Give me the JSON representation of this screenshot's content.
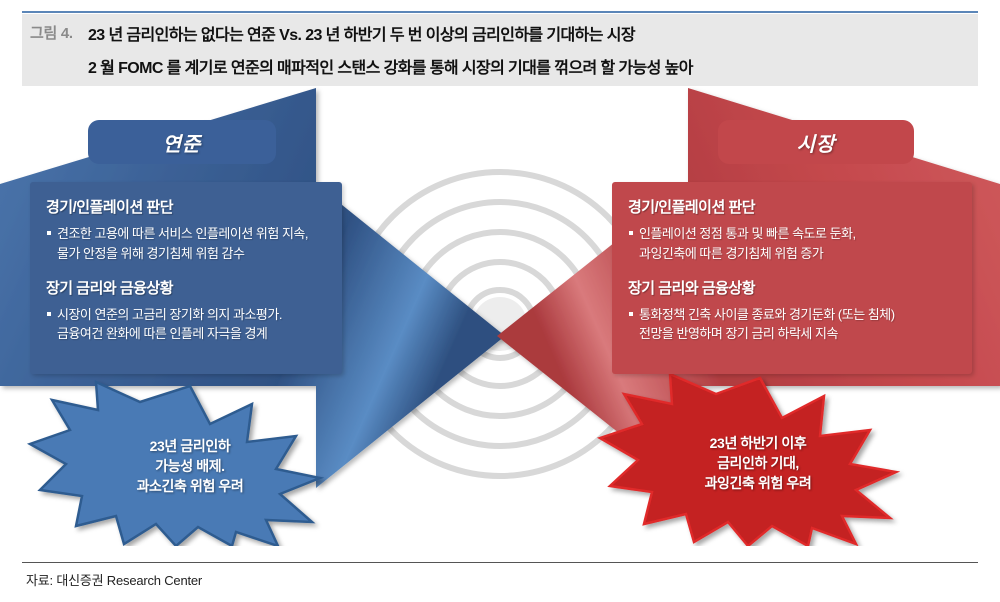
{
  "header": {
    "figure_label": "그림 4.",
    "line1": "23 년 금리인하는 없다는 연준 Vs. 23 년 하반기 두 번 이상의 금리인하를 기대하는 시장",
    "line2": "2 월 FOMC 를 계기로 연준의 매파적인 스탠스 강화를 통해 시장의 기대를 꺾으려 할 가능성 높아"
  },
  "left": {
    "pill_label": "연준",
    "sections": [
      {
        "heading": "경기/인플레이션 판단",
        "bullet_line1": "견조한 고용에 따른 서비스 인플레이션 위험 지속,",
        "bullet_line2": "물가 안정을 위해 경기침체 위험 감수"
      },
      {
        "heading": "장기 금리와 금융상황",
        "bullet_line1": "시장이 연준의 고금리 장기화 의지 과소평가.",
        "bullet_line2": "금융여건 완화에 따른 인플레 자극을 경계"
      }
    ],
    "burst": {
      "line1": "23년 금리인하",
      "line2": "가능성 배제.",
      "line3": "과소긴축 위험 우려"
    }
  },
  "right": {
    "pill_label": "시장",
    "sections": [
      {
        "heading": "경기/인플레이션 판단",
        "bullet_line1": "인플레이션 정점 통과 및 빠른 속도로 둔화,",
        "bullet_line2": "과잉긴축에 따른 경기침체 위험 증가"
      },
      {
        "heading": "장기 금리와 금융상황",
        "bullet_line1": "통화정책 긴축 사이클 종료와 경기둔화 (또는 침체)",
        "bullet_line2": "전망을 반영하며 장기 금리 하락세 지속"
      }
    ],
    "burst": {
      "line1": "23년 하반기 이후",
      "line2": "금리인하 기대,",
      "line3": "과잉긴축 위험 우려"
    }
  },
  "footer": {
    "source": "자료: 대신증권 Research Center"
  },
  "colors": {
    "blue": "#3e6093",
    "blue_pill": "#3b6099",
    "blue_arrow": "#36598f",
    "blue_burst": "#4a7ab5",
    "red": "#c0484c",
    "red_pill": "#c2474b",
    "red_arrow": "#c8494c",
    "red_burst": "#c42020",
    "header_band": "#e8e8e8",
    "header_rule": "#5b86b8",
    "arc_gray": "#d6d6d6"
  }
}
